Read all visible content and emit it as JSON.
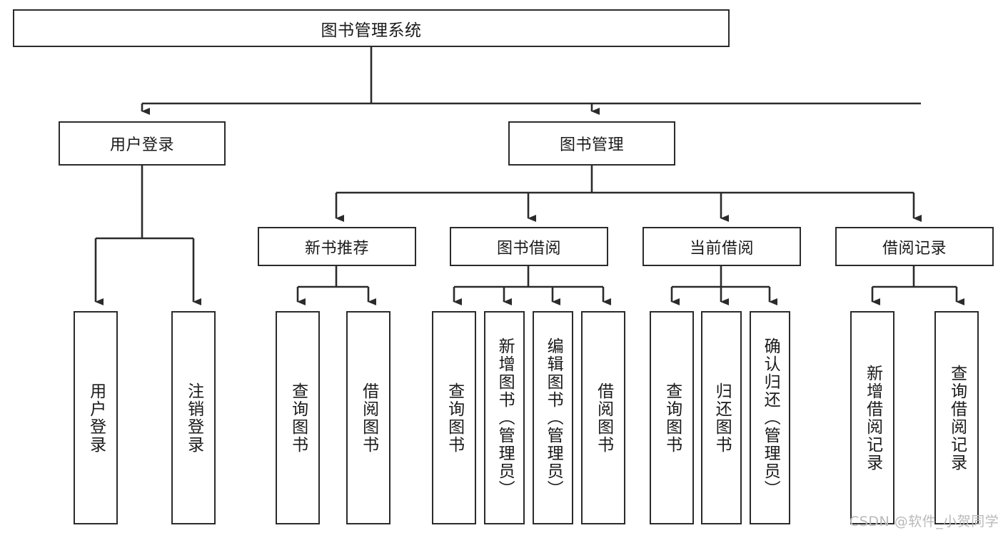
{
  "diagram": {
    "type": "tree-hierarchy-chart",
    "title": "图书管理系统",
    "stroke_color": "#2b2b2b",
    "fill_color": "#ffffff",
    "text_color": "#1a1a1a",
    "root": {
      "id": "root",
      "label": "图书管理系统",
      "orientation": "horizontal"
    },
    "level2": [
      {
        "id": "user-login",
        "label": "用户登录",
        "orientation": "horizontal"
      },
      {
        "id": "book-management",
        "label": "图书管理",
        "orientation": "horizontal"
      }
    ],
    "level3": [
      {
        "id": "new-book-recommend",
        "label": "新书推荐",
        "orientation": "horizontal",
        "parent": "book-management"
      },
      {
        "id": "book-borrow",
        "label": "图书借阅",
        "orientation": "horizontal",
        "parent": "book-management"
      },
      {
        "id": "current-borrow",
        "label": "当前借阅",
        "orientation": "horizontal",
        "parent": "book-management"
      },
      {
        "id": "borrow-record",
        "label": "借阅记录",
        "orientation": "horizontal",
        "parent": "book-management"
      }
    ],
    "leaves": [
      {
        "id": "leaf-user-login",
        "label": "用户登录",
        "orientation": "vertical",
        "parent": "user-login"
      },
      {
        "id": "leaf-logout-login",
        "label": "注销登录",
        "orientation": "vertical",
        "parent": "user-login"
      },
      {
        "id": "leaf-query-book-1",
        "label": "查询图书",
        "orientation": "vertical",
        "parent": "new-book-recommend"
      },
      {
        "id": "leaf-borrow-book-1",
        "label": "借阅图书",
        "orientation": "vertical",
        "parent": "new-book-recommend"
      },
      {
        "id": "leaf-query-book-2",
        "label": "查询图书",
        "orientation": "vertical",
        "parent": "book-borrow"
      },
      {
        "id": "leaf-add-book",
        "label": "新增图书（管理员）",
        "orientation": "vertical",
        "parent": "book-borrow"
      },
      {
        "id": "leaf-edit-book",
        "label": "编辑图书（管理员）",
        "orientation": "vertical",
        "parent": "book-borrow"
      },
      {
        "id": "leaf-borrow-book-2",
        "label": "借阅图书",
        "orientation": "vertical",
        "parent": "book-borrow"
      },
      {
        "id": "leaf-query-book-3",
        "label": "查询图书",
        "orientation": "vertical",
        "parent": "current-borrow"
      },
      {
        "id": "leaf-return-book",
        "label": "归还图书",
        "orientation": "vertical",
        "parent": "current-borrow"
      },
      {
        "id": "leaf-confirm-return",
        "label": "确认归还（管理员）",
        "orientation": "vertical",
        "parent": "current-borrow"
      },
      {
        "id": "leaf-add-record",
        "label": "新增借阅记录",
        "orientation": "vertical",
        "parent": "borrow-record"
      },
      {
        "id": "leaf-query-record",
        "label": "查询借阅记录",
        "orientation": "vertical",
        "parent": "borrow-record"
      }
    ]
  },
  "watermark": {
    "text": "CSDN @软件_小贺同学"
  }
}
